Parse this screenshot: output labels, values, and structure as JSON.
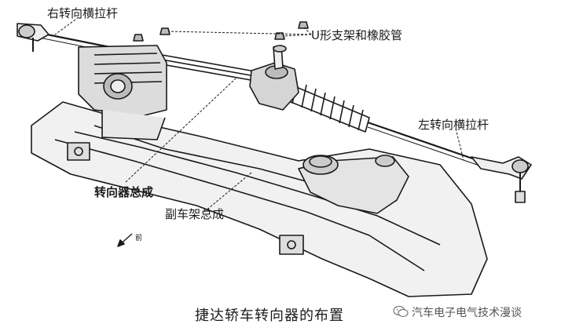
{
  "labels": {
    "right_tie_rod": "右转向横拉杆",
    "u_bracket_boot": "U形支架和橡胶管",
    "left_tie_rod": "左转向横拉杆",
    "steering_gear_assembly": "转向器总成",
    "subframe_assembly": "副车架总成",
    "forward": "前"
  },
  "caption": "捷达轿车转向器的布置",
  "watermark": "汽车电子电气技术漫谈",
  "icons": [
    "wechat-icon",
    "forward-arrow-icon"
  ]
}
